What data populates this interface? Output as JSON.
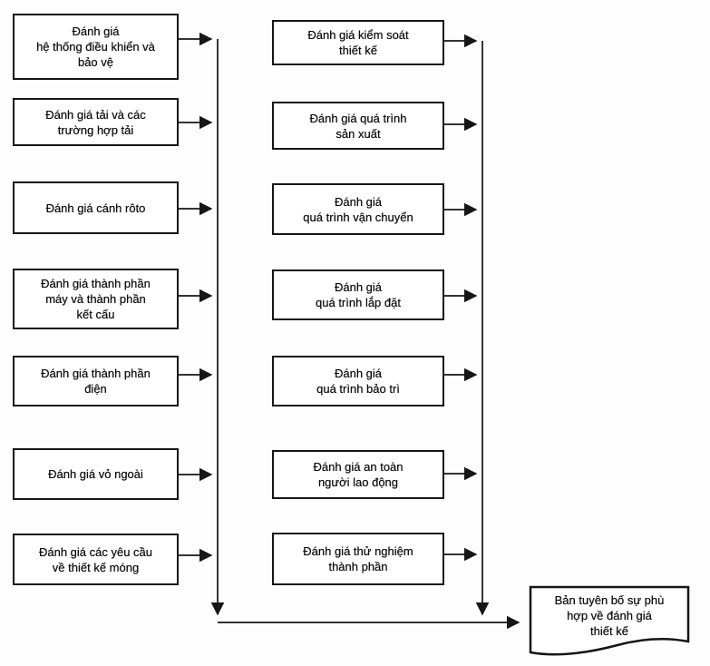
{
  "diagram": {
    "left_column": [
      {
        "label": "Đánh giá\nhệ thống điều khiển và\nbảo vệ"
      },
      {
        "label": "Đánh giá tải và các\ntrường hợp tải"
      },
      {
        "label": "Đánh giá cánh rôto"
      },
      {
        "label": "Đánh giá thành phần\nmáy và thành phần\nkết cấu"
      },
      {
        "label": "Đánh giá thành phần\nđiện"
      },
      {
        "label": "Đánh giá vỏ ngoài"
      },
      {
        "label": "Đánh giá các yêu cầu\nvề thiết kế móng"
      }
    ],
    "middle_column": [
      {
        "label": "Đánh giá kiểm soát\nthiết kế"
      },
      {
        "label": "Đánh giá quá trình\nsản xuất"
      },
      {
        "label": "Đánh giá\nquá trình vận chuyển"
      },
      {
        "label": "Đánh giá\nquá trình lắp đặt"
      },
      {
        "label": "Đánh giá\nquá trình bảo trì"
      },
      {
        "label": "Đánh giá an toàn\nngười lao động"
      },
      {
        "label": "Đánh giá thử nghiệm\nthành phần"
      }
    ],
    "output_document": {
      "label": "Bản tuyên bố sự phù\nhợp về đánh giá\nthiết kế"
    },
    "colors": {
      "line": "#161616",
      "box_border": "#161616",
      "text": "#101010",
      "background": "#fdfdfd"
    }
  }
}
